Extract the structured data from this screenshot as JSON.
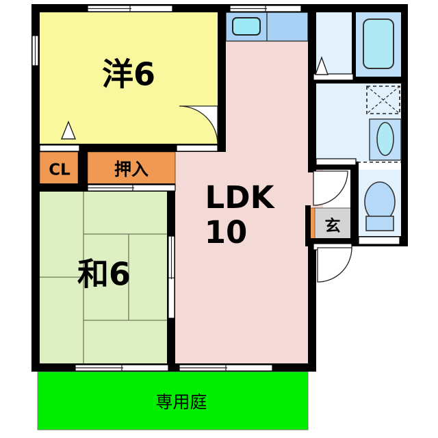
{
  "plan": {
    "title": "間取り図",
    "units": "畳",
    "colors": {
      "wall": "#000000",
      "room_western": "#FAF89E",
      "room_tatami": "#DEF0C2",
      "room_ldk": "#F4DAD6",
      "closet": "#EF9953",
      "bath_wet": "#BFDFF8",
      "bath_dry": "#E3F1FC",
      "tub_fill": "#AEE9F4",
      "kitchen_counter": "#A8D2F5",
      "sink_fill": "#9CE9F5",
      "genkan": "#D4D4D4",
      "genkan_step": "#EF9953",
      "garden": "#00EE00",
      "toilet_fill": "#B5D9F7"
    },
    "rooms": [
      {
        "id": "yoshitsu",
        "label": "洋6",
        "name_en": "western-room-6-jo",
        "size": 6,
        "type": "western"
      },
      {
        "id": "washitsu",
        "label": "和6",
        "name_en": "japanese-room-6-jo",
        "size": 6,
        "type": "tatami"
      },
      {
        "id": "ldk",
        "label_line1": "LDK",
        "label_line2": "10",
        "name_en": "living-dining-kitchen",
        "size": 10,
        "type": "ldk"
      },
      {
        "id": "closet",
        "label": "CL",
        "name_en": "closet",
        "type": "storage"
      },
      {
        "id": "oshiire",
        "label": "押入",
        "name_en": "oshiire-closet",
        "type": "storage"
      },
      {
        "id": "genkan",
        "label": "玄",
        "name_en": "entrance",
        "type": "entrance"
      },
      {
        "id": "garden",
        "label": "専用庭",
        "name_en": "private-garden",
        "type": "outdoor"
      }
    ],
    "fixtures": [
      {
        "id": "bathtub",
        "name_en": "bathtub",
        "label": ""
      },
      {
        "id": "kitchen-sink",
        "name_en": "kitchen-sink",
        "label": ""
      },
      {
        "id": "washing-machine-space",
        "name_en": "washing-machine-space",
        "label": ""
      },
      {
        "id": "vanity-sink",
        "name_en": "vanity-sink",
        "label": ""
      },
      {
        "id": "toilet",
        "name_en": "toilet",
        "label": ""
      }
    ]
  }
}
